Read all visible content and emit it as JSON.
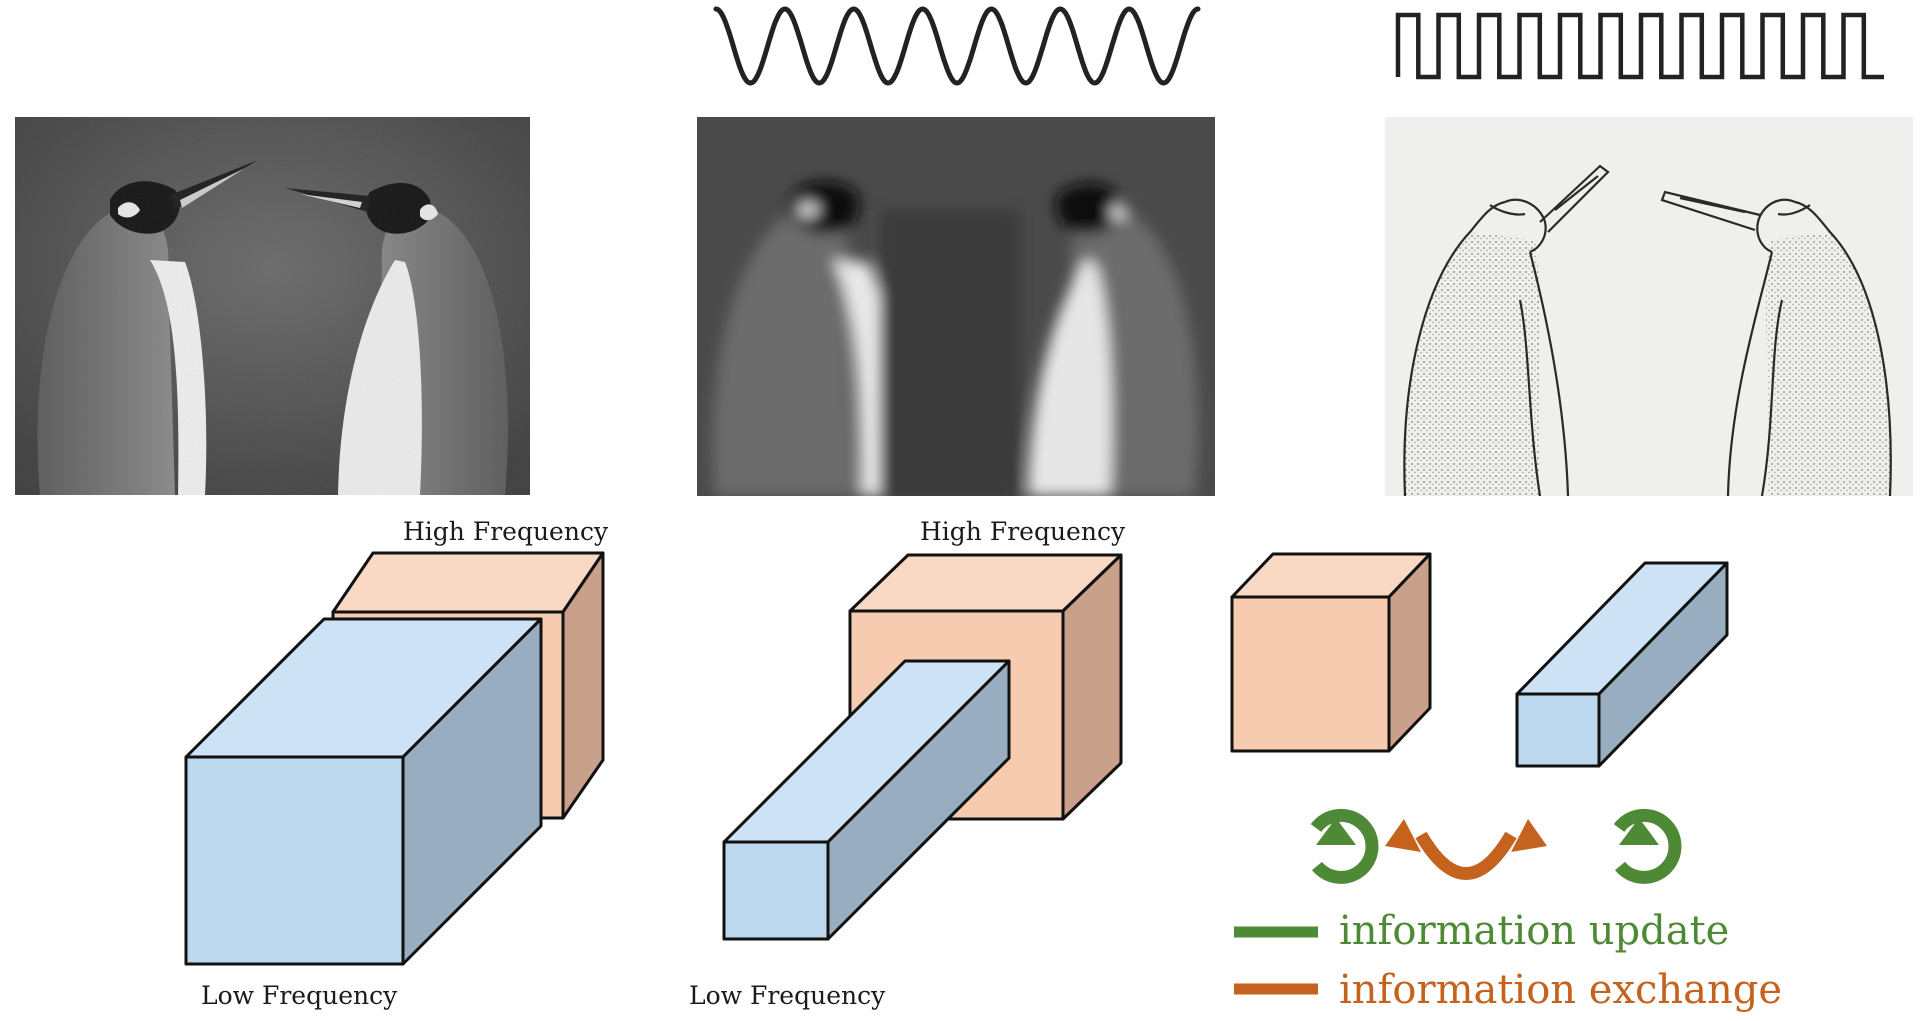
{
  "labels": {
    "high_frequency_1": "High Frequency",
    "low_frequency_1": "Low Frequency",
    "high_frequency_2": "High Frequency",
    "low_frequency_2": "Low Frequency"
  },
  "legend": {
    "update": "information update",
    "exchange": "information exchange"
  },
  "colors": {
    "low_front": "#bcd8ef",
    "low_top": "#cde2f4",
    "low_side": "#98aec0",
    "high_front": "#f6cbb0",
    "high_top": "#f9d8c4",
    "high_side": "#c9a089",
    "update": "#4e8a35",
    "exchange": "#c4621e"
  },
  "icons": {
    "panel1": "original-image",
    "panel2": "low-frequency-image",
    "panel3": "high-frequency-image",
    "wave_low": "sine-wave-icon",
    "wave_high": "square-wave-icon",
    "cycle": "circular-arrow-icon",
    "swap": "curved-double-arrow-icon"
  }
}
